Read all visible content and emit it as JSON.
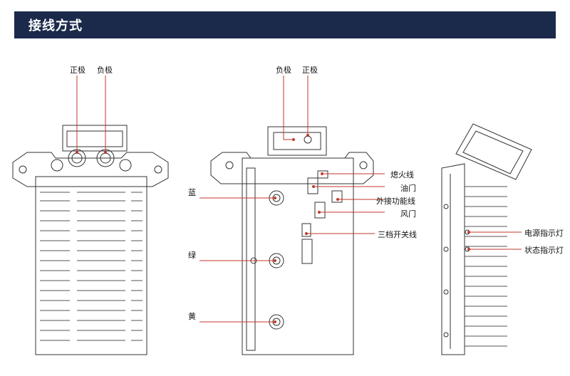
{
  "header": {
    "title": "接线方式"
  },
  "colors": {
    "header_bg": "#1b2a4a",
    "leader_line": "#c0392b",
    "outline": "#333333"
  },
  "left_view": {
    "label_positive": "正极",
    "label_negative": "负极"
  },
  "middle_view": {
    "label_negative": "负极",
    "label_positive": "正极",
    "left_labels": [
      "蓝",
      "绿",
      "黄"
    ],
    "right_labels": [
      "熄火线",
      "油门",
      "外接功能线",
      "风门",
      "三档开关线"
    ]
  },
  "right_view": {
    "labels": [
      "电源指示灯",
      "状态指示灯"
    ]
  }
}
